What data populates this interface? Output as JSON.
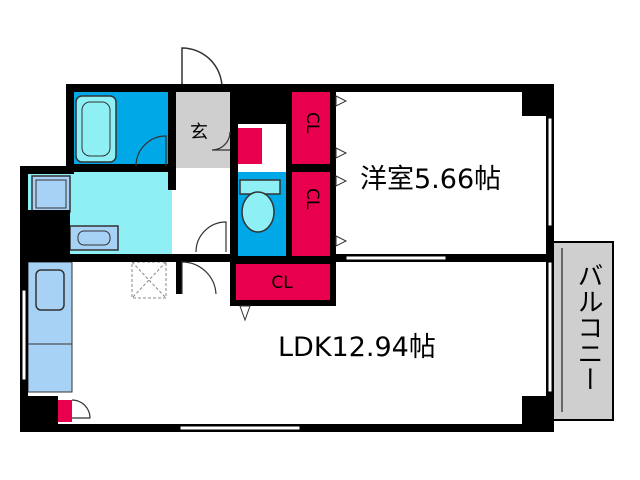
{
  "rooms": {
    "entrance": "玄",
    "western_room": "洋室5.66帖",
    "ldk": "LDK12.94帖",
    "balcony": "バルコニー",
    "closet_1": "CL",
    "closet_2": "CL",
    "closet_3": "CL"
  },
  "colors": {
    "wall": "#000000",
    "closet": "#e8004f",
    "bath": "#00a8e8",
    "washroom": "#8ef0f5",
    "kitchen": "#a8d2f5",
    "entrance_floor": "#cfcfcf",
    "balcony": "#cfcfcf"
  }
}
